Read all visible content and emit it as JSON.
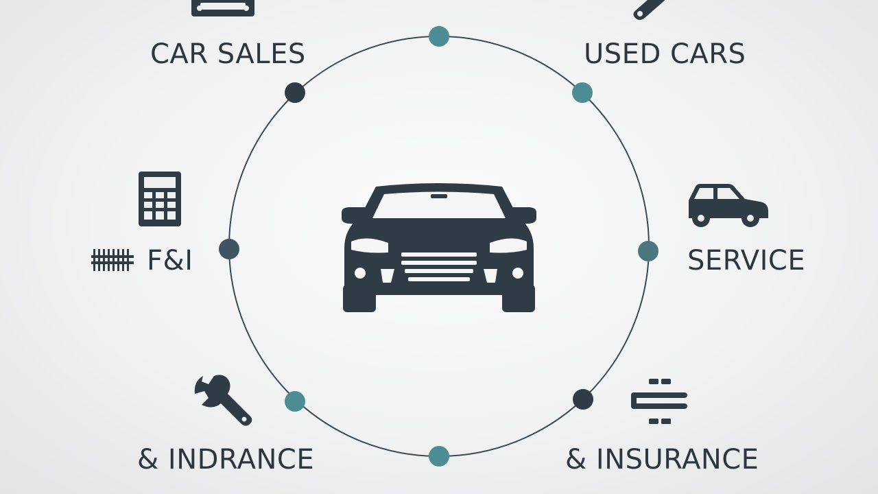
{
  "labels": {
    "car_sales": "CAR SALES",
    "used_cars": "USED CARS",
    "fi": "F&I",
    "service": "SERVICE",
    "indrance": "& INDRANCE",
    "insurance": "& INSURANCE"
  },
  "icons": {
    "center": "car-front-icon",
    "car_sales": "car-icon",
    "used_cars": "wrench-icon",
    "fi": "calculator-icon",
    "fi_secondary": "barcode-icon",
    "service": "car-side-icon",
    "indrance": "wrench-icon",
    "insurance": "document-lines-icon"
  },
  "colors": {
    "dark": "#2f3b45",
    "teal": "#4d8c92",
    "ring": "#3b4a54",
    "text": "#2c3640"
  }
}
